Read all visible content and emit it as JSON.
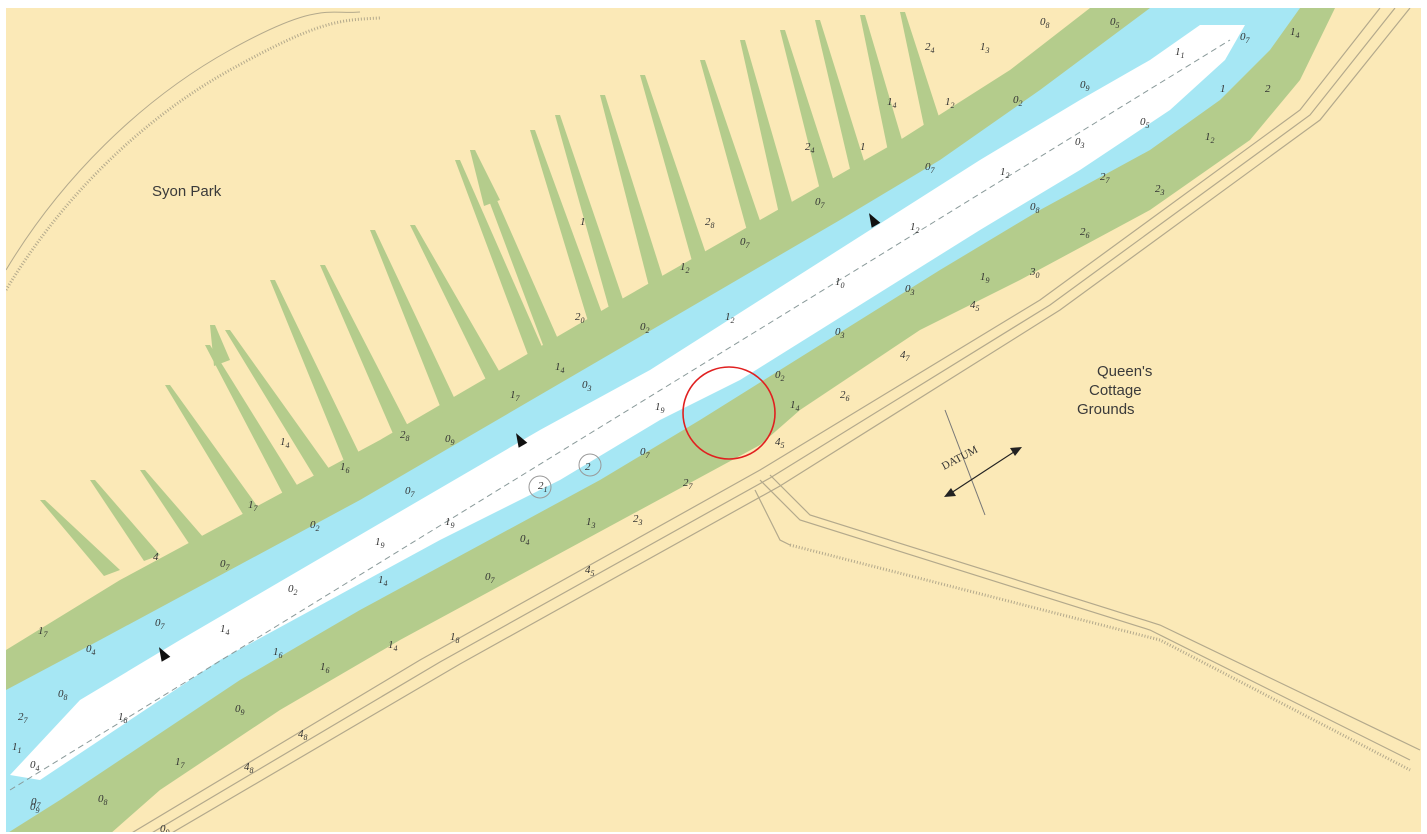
{
  "colors": {
    "land": "#fbe9b7",
    "intertidal": "#b4cc8c",
    "shallow_water": "#a6e7f4",
    "channel": "#ffffff",
    "road_line": "#b3a98c",
    "highlight_circle": "#e02020",
    "text": "#333333"
  },
  "labels": {
    "syon_park": "Syon Park",
    "queens_line1": "Queen's",
    "queens_line2": "Cottage",
    "queens_line3": "Grounds",
    "datum": "DATUM"
  },
  "icons": {
    "beacon_marker": "arrow-marker-icon",
    "datum_arrow": "double-arrow-icon"
  },
  "soundings": [
    {
      "m": "0",
      "d": "8"
    },
    {
      "m": "0",
      "d": "5"
    },
    {
      "m": "1",
      "d": "4"
    },
    {
      "m": "0",
      "d": "7"
    },
    {
      "m": "1",
      "d": "3"
    },
    {
      "m": "2",
      "d": "4"
    },
    {
      "m": "1",
      "d": "1"
    },
    {
      "m": "0",
      "d": "9"
    },
    {
      "m": "1",
      "d": ""
    },
    {
      "m": "2",
      "d": ""
    },
    {
      "m": "1",
      "d": "4"
    },
    {
      "m": "1",
      "d": "2"
    },
    {
      "m": "0",
      "d": "2"
    },
    {
      "m": "0",
      "d": "5"
    },
    {
      "m": "0",
      "d": "3"
    },
    {
      "m": "2",
      "d": "4"
    },
    {
      "m": "1",
      "d": ""
    },
    {
      "m": "1",
      "d": "2"
    },
    {
      "m": "1",
      "d": "2"
    },
    {
      "m": "2",
      "d": "7"
    },
    {
      "m": "0",
      "d": "7"
    },
    {
      "m": "0",
      "d": "7"
    },
    {
      "m": "2",
      "d": "3"
    },
    {
      "m": "2",
      "d": "6"
    },
    {
      "m": "0",
      "d": "7"
    },
    {
      "m": "1",
      "d": "2"
    },
    {
      "m": "0",
      "d": "8"
    },
    {
      "m": "2",
      "d": "8"
    },
    {
      "m": "1",
      "d": "2"
    },
    {
      "m": "1",
      "d": "0"
    },
    {
      "m": "1",
      "d": "9"
    },
    {
      "m": "3",
      "d": "0"
    },
    {
      "m": "2",
      "d": "0"
    },
    {
      "m": "0",
      "d": "2"
    },
    {
      "m": "1",
      "d": "2"
    },
    {
      "m": "0",
      "d": "3"
    },
    {
      "m": "4",
      "d": "5"
    },
    {
      "m": "1",
      "d": "4"
    },
    {
      "m": "0",
      "d": "3"
    },
    {
      "m": "0",
      "d": "3"
    },
    {
      "m": "4",
      "d": "7"
    },
    {
      "m": "1",
      "d": "7"
    },
    {
      "m": "1",
      "d": "9"
    },
    {
      "m": "0",
      "d": "2"
    },
    {
      "m": "1",
      "d": "4"
    },
    {
      "m": "2",
      "d": "6"
    },
    {
      "m": "2",
      "d": "8"
    },
    {
      "m": "1",
      "d": "6"
    },
    {
      "m": "0",
      "d": "9"
    },
    {
      "m": "0",
      "d": "7"
    },
    {
      "m": "4",
      "d": "5"
    },
    {
      "m": "1",
      "d": "4"
    },
    {
      "m": "0",
      "d": "7"
    },
    {
      "m": "2",
      "d": "7"
    },
    {
      "m": "2",
      "d": "1"
    },
    {
      "m": "2",
      "d": ""
    },
    {
      "m": "1",
      "d": "7"
    },
    {
      "m": "0",
      "d": "2"
    },
    {
      "m": "1",
      "d": "3"
    },
    {
      "m": "2",
      "d": "3"
    },
    {
      "m": "1",
      "d": "9"
    },
    {
      "m": "0",
      "d": "4"
    },
    {
      "m": "1",
      "d": "9"
    },
    {
      "m": "0",
      "d": "2"
    },
    {
      "m": "1",
      "d": "4"
    },
    {
      "m": "0",
      "d": "7"
    },
    {
      "m": "4",
      "d": "5"
    },
    {
      "m": "4",
      "d": ""
    },
    {
      "m": "0",
      "d": "7"
    },
    {
      "m": "1",
      "d": "4"
    },
    {
      "m": "1",
      "d": "4"
    },
    {
      "m": "1",
      "d": "6"
    },
    {
      "m": "1",
      "d": "7"
    },
    {
      "m": "0",
      "d": "4"
    },
    {
      "m": "0",
      "d": "7"
    },
    {
      "m": "1",
      "d": "8"
    },
    {
      "m": "1",
      "d": "6"
    },
    {
      "m": "0",
      "d": "8"
    },
    {
      "m": "1",
      "d": "8"
    },
    {
      "m": "4",
      "d": "8"
    },
    {
      "m": "0",
      "d": "9"
    },
    {
      "m": "1",
      "d": "7"
    },
    {
      "m": "0",
      "d": "4"
    },
    {
      "m": "4",
      "d": "8"
    },
    {
      "m": "1",
      "d": "1"
    },
    {
      "m": "0",
      "d": "8"
    },
    {
      "m": "0",
      "d": "7"
    },
    {
      "m": "2",
      "d": "7"
    },
    {
      "m": "0",
      "d": "9"
    },
    {
      "m": "0",
      "d": "9"
    },
    {
      "m": "1",
      "d": ""
    }
  ]
}
